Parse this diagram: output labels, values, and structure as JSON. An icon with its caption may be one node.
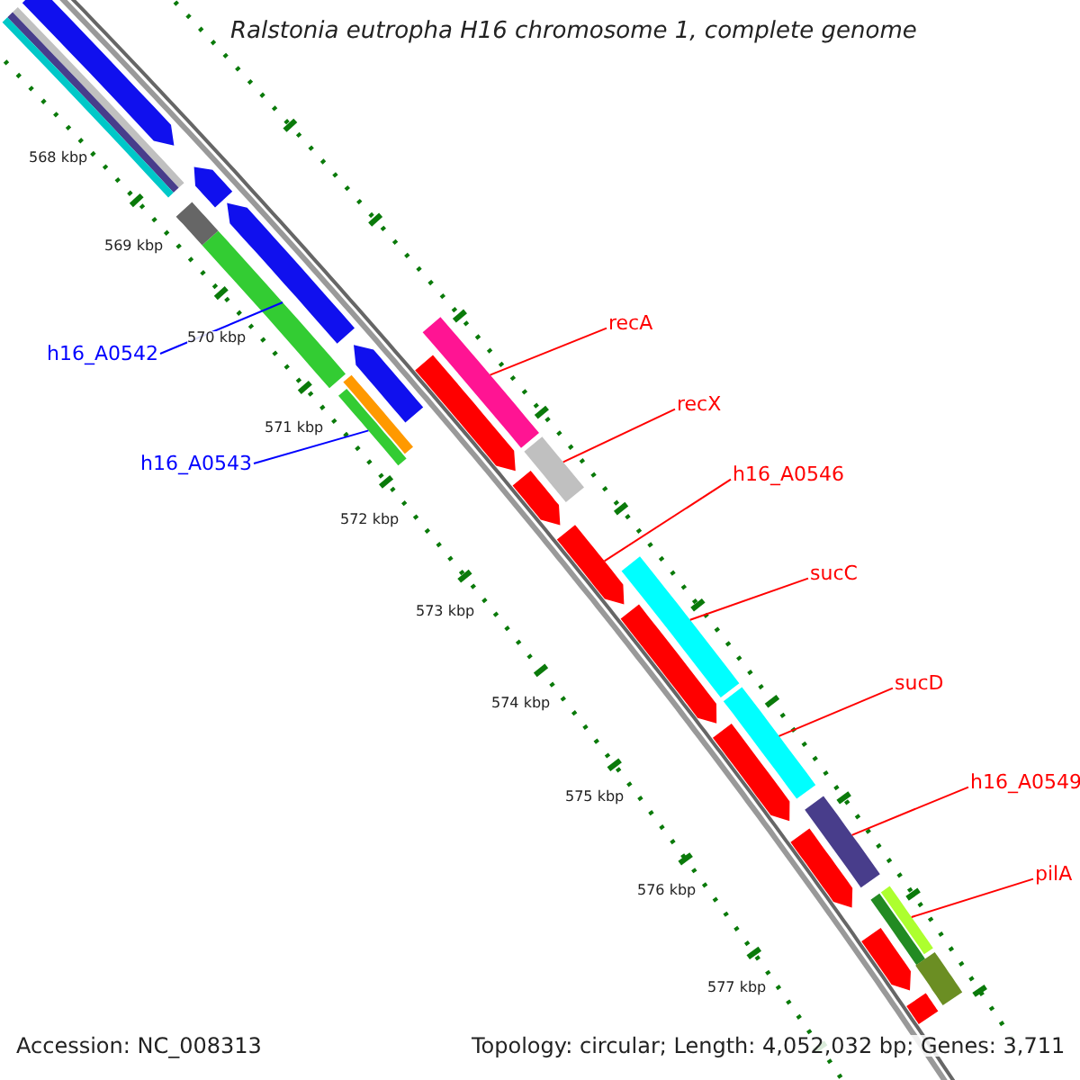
{
  "diagram": {
    "title": "Ralstonia eutropha H16 chromosome 1, complete genome",
    "nodes": [
      {
        "text": [
          "h16_A0542"
        ]
      },
      {
        "text": [
          "h16_A0543"
        ]
      },
      {
        "text": [
          "recA"
        ]
      },
      {
        "text": [
          "recX"
        ]
      },
      {
        "text": [
          "h16_A0546"
        ]
      },
      {
        "text": [
          "sucC"
        ]
      },
      {
        "text": [
          "sucD"
        ]
      },
      {
        "text": [
          "h16_A0549"
        ]
      },
      {
        "text": [
          "pilA"
        ]
      },
      {
        "text": [],
        "shape": "bar"
      },
      {
        "text": [],
        "shape": "bar"
      },
      {
        "text": [],
        "shape": "bar"
      },
      {
        "text": [],
        "shape": "bar"
      },
      {
        "text": [],
        "shape": "bar"
      },
      {
        "text": [],
        "shape": "bar"
      },
      {
        "text": [],
        "shape": "bar"
      },
      {
        "text": [],
        "shape": "bar"
      },
      {
        "text": [],
        "shape": "bar"
      },
      {
        "text": [],
        "shape": "bar"
      },
      {
        "text": [],
        "shape": "bar"
      },
      {
        "text": [],
        "shape": "bar"
      },
      {
        "text": [],
        "shape": "bar"
      },
      {
        "text": [],
        "shape": "bar"
      },
      {
        "text": [],
        "shape": "bar"
      },
      {
        "text": [],
        "shape": "bar"
      },
      {
        "text": [],
        "shape": "bar"
      },
      {
        "text": [],
        "shape": "bar"
      },
      {
        "text": [],
        "shape": "bar"
      },
      {
        "text": [],
        "shape": "bar"
      },
      {
        "text": [],
        "shape": "bar"
      },
      {
        "text": [],
        "shape": "bar"
      },
      {
        "text": [],
        "shape": "bar"
      },
      {
        "text": [],
        "shape": "bar"
      },
      {
        "text": [],
        "shape": "bar"
      },
      {
        "text": [],
        "shape": "bar"
      },
      {
        "text": [],
        "shape": "bar"
      }
    ],
    "edges": [
      {
        "from": 0,
        "to": 9,
        "arrow": "none",
        "color": "#0000ff"
      },
      {
        "from": 1,
        "to": 10,
        "arrow": "none",
        "color": "#0000ff"
      },
      {
        "from": 2,
        "to": 11,
        "arrow": "none"
      },
      {
        "from": 3,
        "to": 12,
        "arrow": "none"
      },
      {
        "from": 4,
        "to": 13,
        "arrow": "none"
      },
      {
        "from": 5,
        "to": 14,
        "arrow": "none"
      },
      {
        "from": 6,
        "to": 15,
        "arrow": "none"
      },
      {
        "from": 7,
        "to": 16,
        "arrow": "none"
      },
      {
        "from": 8,
        "to": 17,
        "arrow": "none"
      }
    ],
    "labels": [
      "568 kbp",
      "569 kbp",
      "570 kbp",
      "571 kbp",
      "572 kbp",
      "573 kbp",
      "574 kbp",
      "575 kbp",
      "576 kbp",
      "577 kbp",
      "Accession: NC_008313",
      "Topology: circular; Length: 4,052,032 bp; Genes: 3,711"
    ]
  }
}
